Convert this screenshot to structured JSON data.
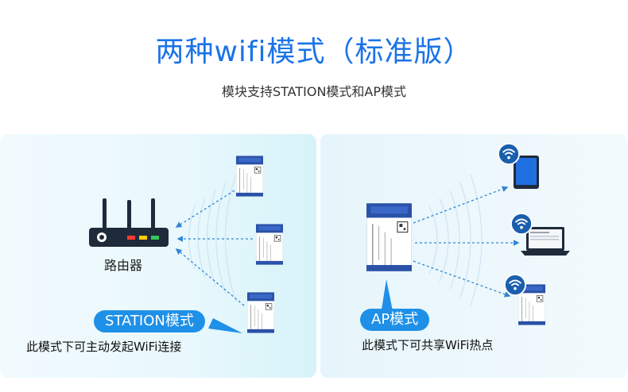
{
  "header": {
    "title": "两种wifi模式（标准版）",
    "subtitle": "模块支持STATION模式和AP模式"
  },
  "station_panel": {
    "router_label": "路由器",
    "mode_badge": "STATION模式",
    "description": "此模式下可主动发起WiFi连接"
  },
  "ap_panel": {
    "mode_badge": "AP模式",
    "description": "此模式下可共享WiFi热点"
  },
  "colors": {
    "accent": "#1a73e8",
    "badge": "#1e90e8",
    "module_board": "#2a52a8",
    "dashed_arrow": "#2f86d6"
  }
}
